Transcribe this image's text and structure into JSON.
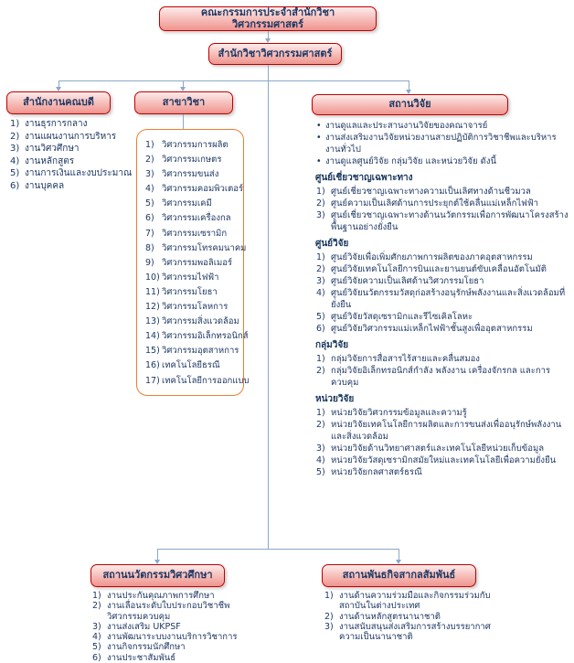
{
  "org": {
    "committee": "คณะกรรมการประจำสำนักวิชาวิศวกรรมศาสตร์",
    "school": "สำนักวิชาวิศวกรรมศาสตร์"
  },
  "dean_office": {
    "title": "สำนักงานคณบดี",
    "items": [
      "งานธุรการกลาง",
      "งานแผนงานการบริหาร",
      "งานวิศวศึกษา",
      "งานหลักสูตร",
      "งานการเงินและงบประมาณ",
      "งานบุคคล"
    ]
  },
  "departments": {
    "title": "สาขาวิชา",
    "items": [
      "วิศวกรรมการผลิต",
      "วิศวกรรมเกษตร",
      "วิศวกรรมขนส่ง",
      "วิศวกรรมคอมพิวเตอร์",
      "วิศวกรรมเคมี",
      "วิศวกรรมเครื่องกล",
      "วิศวกรรมเซรามิก",
      "วิศวกรรมโทรคมนาคม",
      "วิศวกรรมพอลิเมอร์",
      "วิศวกรรมไฟฟ้า",
      "วิศวกรรมโยธา",
      "วิศวกรรมโลหการ",
      "วิศวกรรมสิ่งแวดล้อม",
      "วิศวกรรมอิเล็กทรอนิกส์",
      "วิศวกรรมอุตสาหการ",
      "เทคโนโลยีธรณี",
      "เทคโนโลยีการออกแบบ"
    ]
  },
  "research": {
    "title": "สถานวิจัย",
    "bullets": [
      "งานดูแลและประสานงานวิจัยของคณาจารย์",
      "งานส่งเสริมงานวิจัยหน่วยงานสายปฏิบัติการวิชาชีพและบริหารงานทั่วไป",
      "งานดูแลศูนย์วิจัย กลุ่มวิจัย และหน่วยวิจัย ดังนี้"
    ],
    "sections": [
      {
        "header": "ศูนย์เชี่ยวชาญเฉพาะทาง",
        "items": [
          "ศูนย์เชี่ยวชาญเฉพาะทางความเป็นเลิศทางด้านชีวมวล",
          "ศูนย์ความเป็นเลิศด้านการประยุกต์ใช้คลื่นแม่เหล็กไฟฟ้า",
          "ศูนย์เชี่ยวชาญเฉพาะทางด้านนวัตกรรมเพื่อการพัฒนาโครงสร้างพื้นฐานอย่างยั่งยืน"
        ]
      },
      {
        "header": "ศูนย์วิจัย",
        "items": [
          "ศูนย์วิจัยเพื่อเพิ่มศักยภาพการผลิตของภาคอุตสาหกรรม",
          "ศูนย์วิจัยเทคโนโลยีการบินและยานยนต์ขับเคลื่อนอัตโนมัติ",
          "ศูนย์วิจัยความเป็นเลิศด้านวิศวกรรมโยธา",
          "ศูนย์วิจัยนวัตกรรมวัสดุก่อสร้างอนุรักษ์พลังงานและสิ่งแวดล้อมที่ยั่งยืน",
          "ศูนย์วิจัยวัสดุเซรามิกและรีไซเคิลโลหะ",
          "ศูนย์วิจัยวิศวกรรมแม่เหล็กไฟฟ้าชั้นสูงเพื่ออุตสาหกรรม"
        ]
      },
      {
        "header": "กลุ่มวิจัย",
        "items": [
          "กลุ่มวิจัยการสื่อสารไร้สายและคลื่นสมอง",
          "กลุ่มวิจัยอิเล็กทรอนิกส์กำลัง พลังงาน เครื่องจักรกล และการควบคุม"
        ]
      },
      {
        "header": "หน่วยวิจัย",
        "items": [
          "หน่วยวิจัยวิศวกรรมข้อมูลและความรู้",
          "หน่วยวิจัยเทคโนโลยีการผลิตและการขนส่งเพื่ออนุรักษ์พลังงานและสิ่งแวดล้อม",
          "หน่วยวิจัยด้านวิทยาศาสตร์และเทคโนโลยีหน่วยเก็บข้อมูล",
          "หน่วยวิจัยวัสดุเซรามิกสมัยใหม่และเทคโนโลยีเพื่อความยั่งยืน",
          "หน่วยวิจัยกลศาสตร์ธรณี"
        ]
      }
    ]
  },
  "innovation": {
    "title": "สถานนวัตกรรมวิศวศึกษา",
    "items": [
      "งานประกันคุณภาพการศึกษา",
      "งานเลื่อนระดับใบประกอบวิชาชีพวิศวกรรมควบคุม",
      "งานส่งเสริม UKPSF",
      "งานพัฒนาระบบงานบริการวิชาการ",
      "งานกิจกรรมนักศึกษา",
      "งานประชาสัมพันธ์"
    ]
  },
  "international": {
    "title": "สถานพันธกิจสากลสัมพันธ์",
    "items": [
      "งานด้านความร่วมมือและกิจกรรมร่วมกับสถาบันในต่างประเทศ",
      "งานด้านหลักสูตรนานาชาติ",
      "งานสนับสนุนส่งเสริมการสร้างบรรยากาศความเป็นนานาชาติ"
    ]
  },
  "colors": {
    "box_border": "#c00000",
    "box_fill_top": "#fdeceb",
    "box_fill_bottom": "#f0948e",
    "connector_line": "#8aa8c8",
    "text": "#1f3864",
    "departments_panel_border": "#ed7d31"
  }
}
